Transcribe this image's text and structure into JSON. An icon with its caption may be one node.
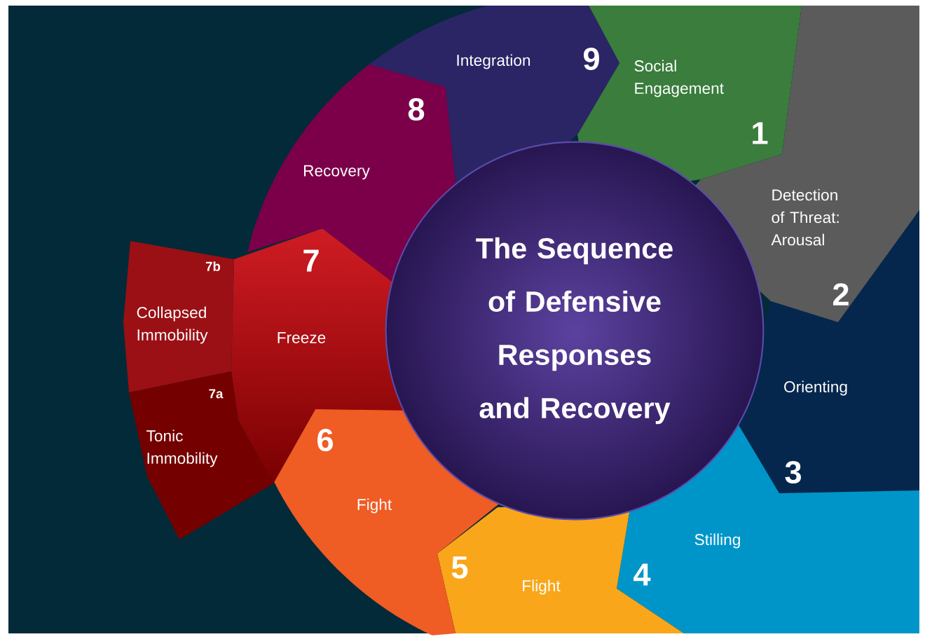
{
  "diagram": {
    "nodes": [
      {
        "text": [
          "The Sequence of Defensive Responses and Recovery"
        ]
      },
      {
        "text": [
          "Social Engagement",
          "1"
        ]
      },
      {
        "text": [
          "Detection of Threat: Arousal",
          "2"
        ]
      },
      {
        "text": [
          "Orienting",
          "3"
        ]
      },
      {
        "text": [
          "Stilling",
          "4"
        ]
      },
      {
        "text": [
          "5",
          "Flight"
        ]
      },
      {
        "text": [
          "6",
          "Fight"
        ]
      },
      {
        "text": [
          "7",
          "Freeze"
        ]
      },
      {
        "text": [
          "7a",
          "Tonic Immobility"
        ]
      },
      {
        "text": [
          "7b",
          "Collapsed Immobility"
        ]
      },
      {
        "text": [
          "8",
          "Recovery"
        ]
      },
      {
        "text": [
          "Integration",
          "9"
        ]
      }
    ]
  }
}
